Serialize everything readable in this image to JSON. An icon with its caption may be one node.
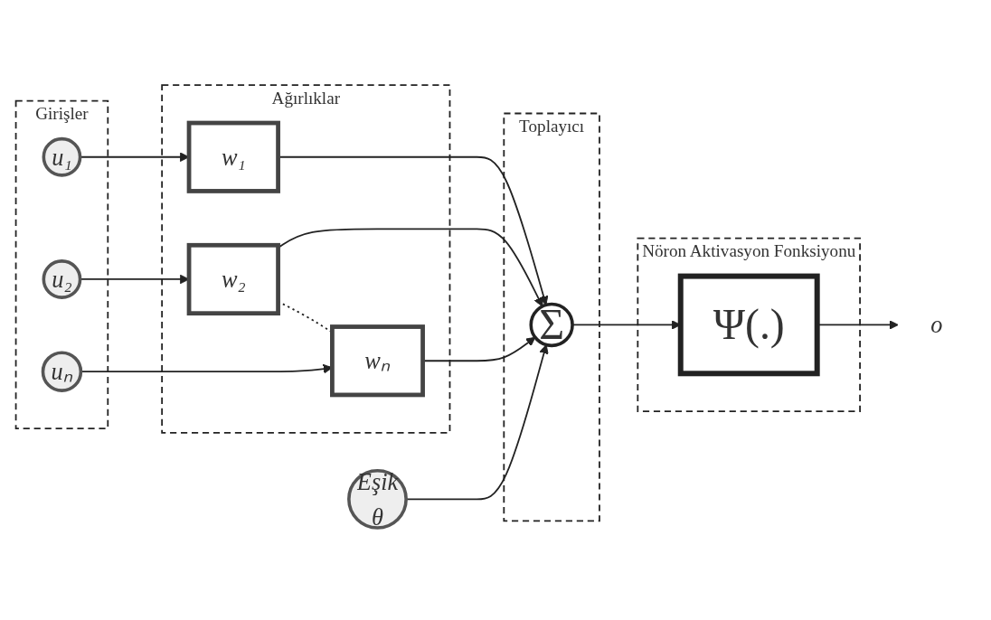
{
  "diagram": {
    "nodes": [
      {
        "text": [
          "Girişler"
        ]
      },
      {
        "text": [
          "u₁"
        ],
        "in": 0
      },
      {
        "text": [
          "u₂"
        ],
        "in": 0
      },
      {
        "text": [
          "uₙ"
        ],
        "in": 0
      },
      {
        "text": [
          "Ağırlıklar"
        ]
      },
      {
        "text": [
          "w₁"
        ],
        "in": 4
      },
      {
        "text": [
          "w₂"
        ],
        "in": 4
      },
      {
        "text": [
          "wₙ"
        ],
        "in": 4
      },
      {
        "text": [
          "Eşik",
          "θ"
        ]
      },
      {
        "text": [
          "Toplayıcı"
        ]
      },
      {
        "text": [
          "Σ"
        ],
        "in": 9
      },
      {
        "text": [
          "Nöron Aktivasyon Fonksiyonu"
        ]
      },
      {
        "text": [
          "Ψ(.)"
        ],
        "in": 11
      },
      {
        "text": [
          "o"
        ]
      }
    ],
    "edges": [
      {
        "from": 1,
        "to": 5,
        "arrow": "to"
      },
      {
        "from": 2,
        "to": 6,
        "arrow": "to"
      },
      {
        "from": 3,
        "to": 7,
        "arrow": "to"
      },
      {
        "from": 6,
        "to": 7,
        "arrow": "none",
        "style": "dashed"
      },
      {
        "from": 5,
        "to": 10,
        "arrow": "to"
      },
      {
        "from": 6,
        "to": 10,
        "arrow": "to"
      },
      {
        "from": 7,
        "to": 10,
        "arrow": "to"
      },
      {
        "from": 8,
        "to": 10,
        "arrow": "to"
      },
      {
        "from": 10,
        "to": 12,
        "arrow": "to"
      },
      {
        "from": 12,
        "to": 13,
        "arrow": "to"
      }
    ]
  }
}
